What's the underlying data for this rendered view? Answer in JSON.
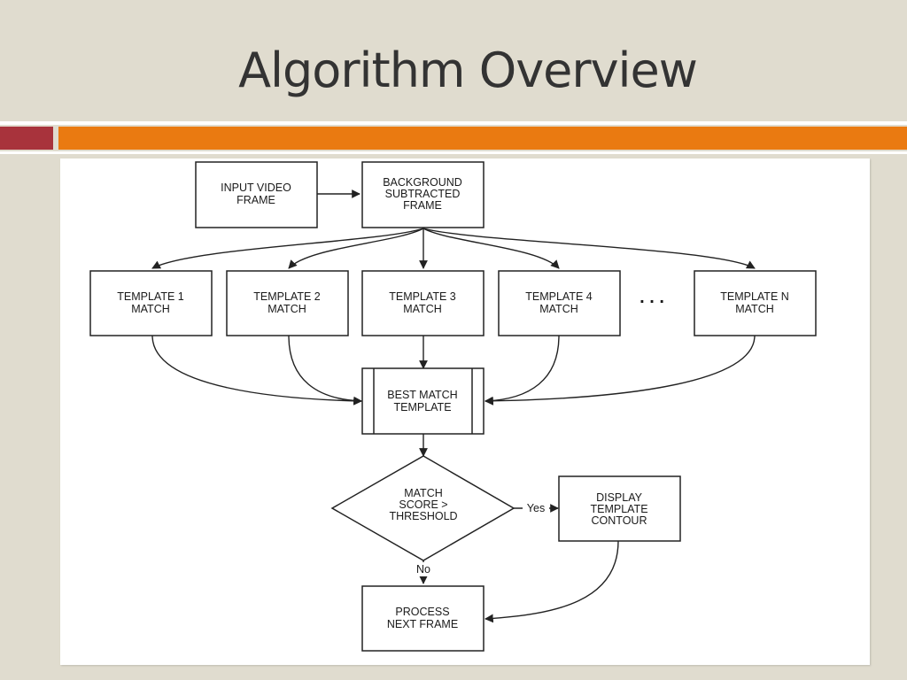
{
  "slide": {
    "title": "Algorithm Overview",
    "colors": {
      "background": "#e0dccf",
      "accent_red": "#a8333c",
      "accent_orange": "#ea7a11"
    }
  },
  "diagram": {
    "nodes": {
      "input": {
        "lines": [
          "INPUT VIDEO",
          "FRAME"
        ]
      },
      "background": {
        "lines": [
          "BACKGROUND",
          "SUBTRACTED",
          "FRAME"
        ]
      },
      "template1": {
        "lines": [
          "TEMPLATE 1",
          "MATCH"
        ]
      },
      "template2": {
        "lines": [
          "TEMPLATE 2",
          "MATCH"
        ]
      },
      "template3": {
        "lines": [
          "TEMPLATE 3",
          "MATCH"
        ]
      },
      "template4": {
        "lines": [
          "TEMPLATE 4",
          "MATCH"
        ]
      },
      "ellipsis": {
        "text": ". . ."
      },
      "templateN": {
        "lines": [
          "TEMPLATE N",
          "MATCH"
        ]
      },
      "best": {
        "lines": [
          "BEST MATCH",
          "TEMPLATE"
        ]
      },
      "decision": {
        "lines": [
          "MATCH",
          "SCORE >",
          "THRESHOLD"
        ]
      },
      "display": {
        "lines": [
          "DISPLAY",
          "TEMPLATE",
          "CONTOUR"
        ]
      },
      "process": {
        "lines": [
          "PROCESS",
          "NEXT FRAME"
        ]
      }
    },
    "edge_labels": {
      "yes": "Yes",
      "no": "No"
    }
  }
}
